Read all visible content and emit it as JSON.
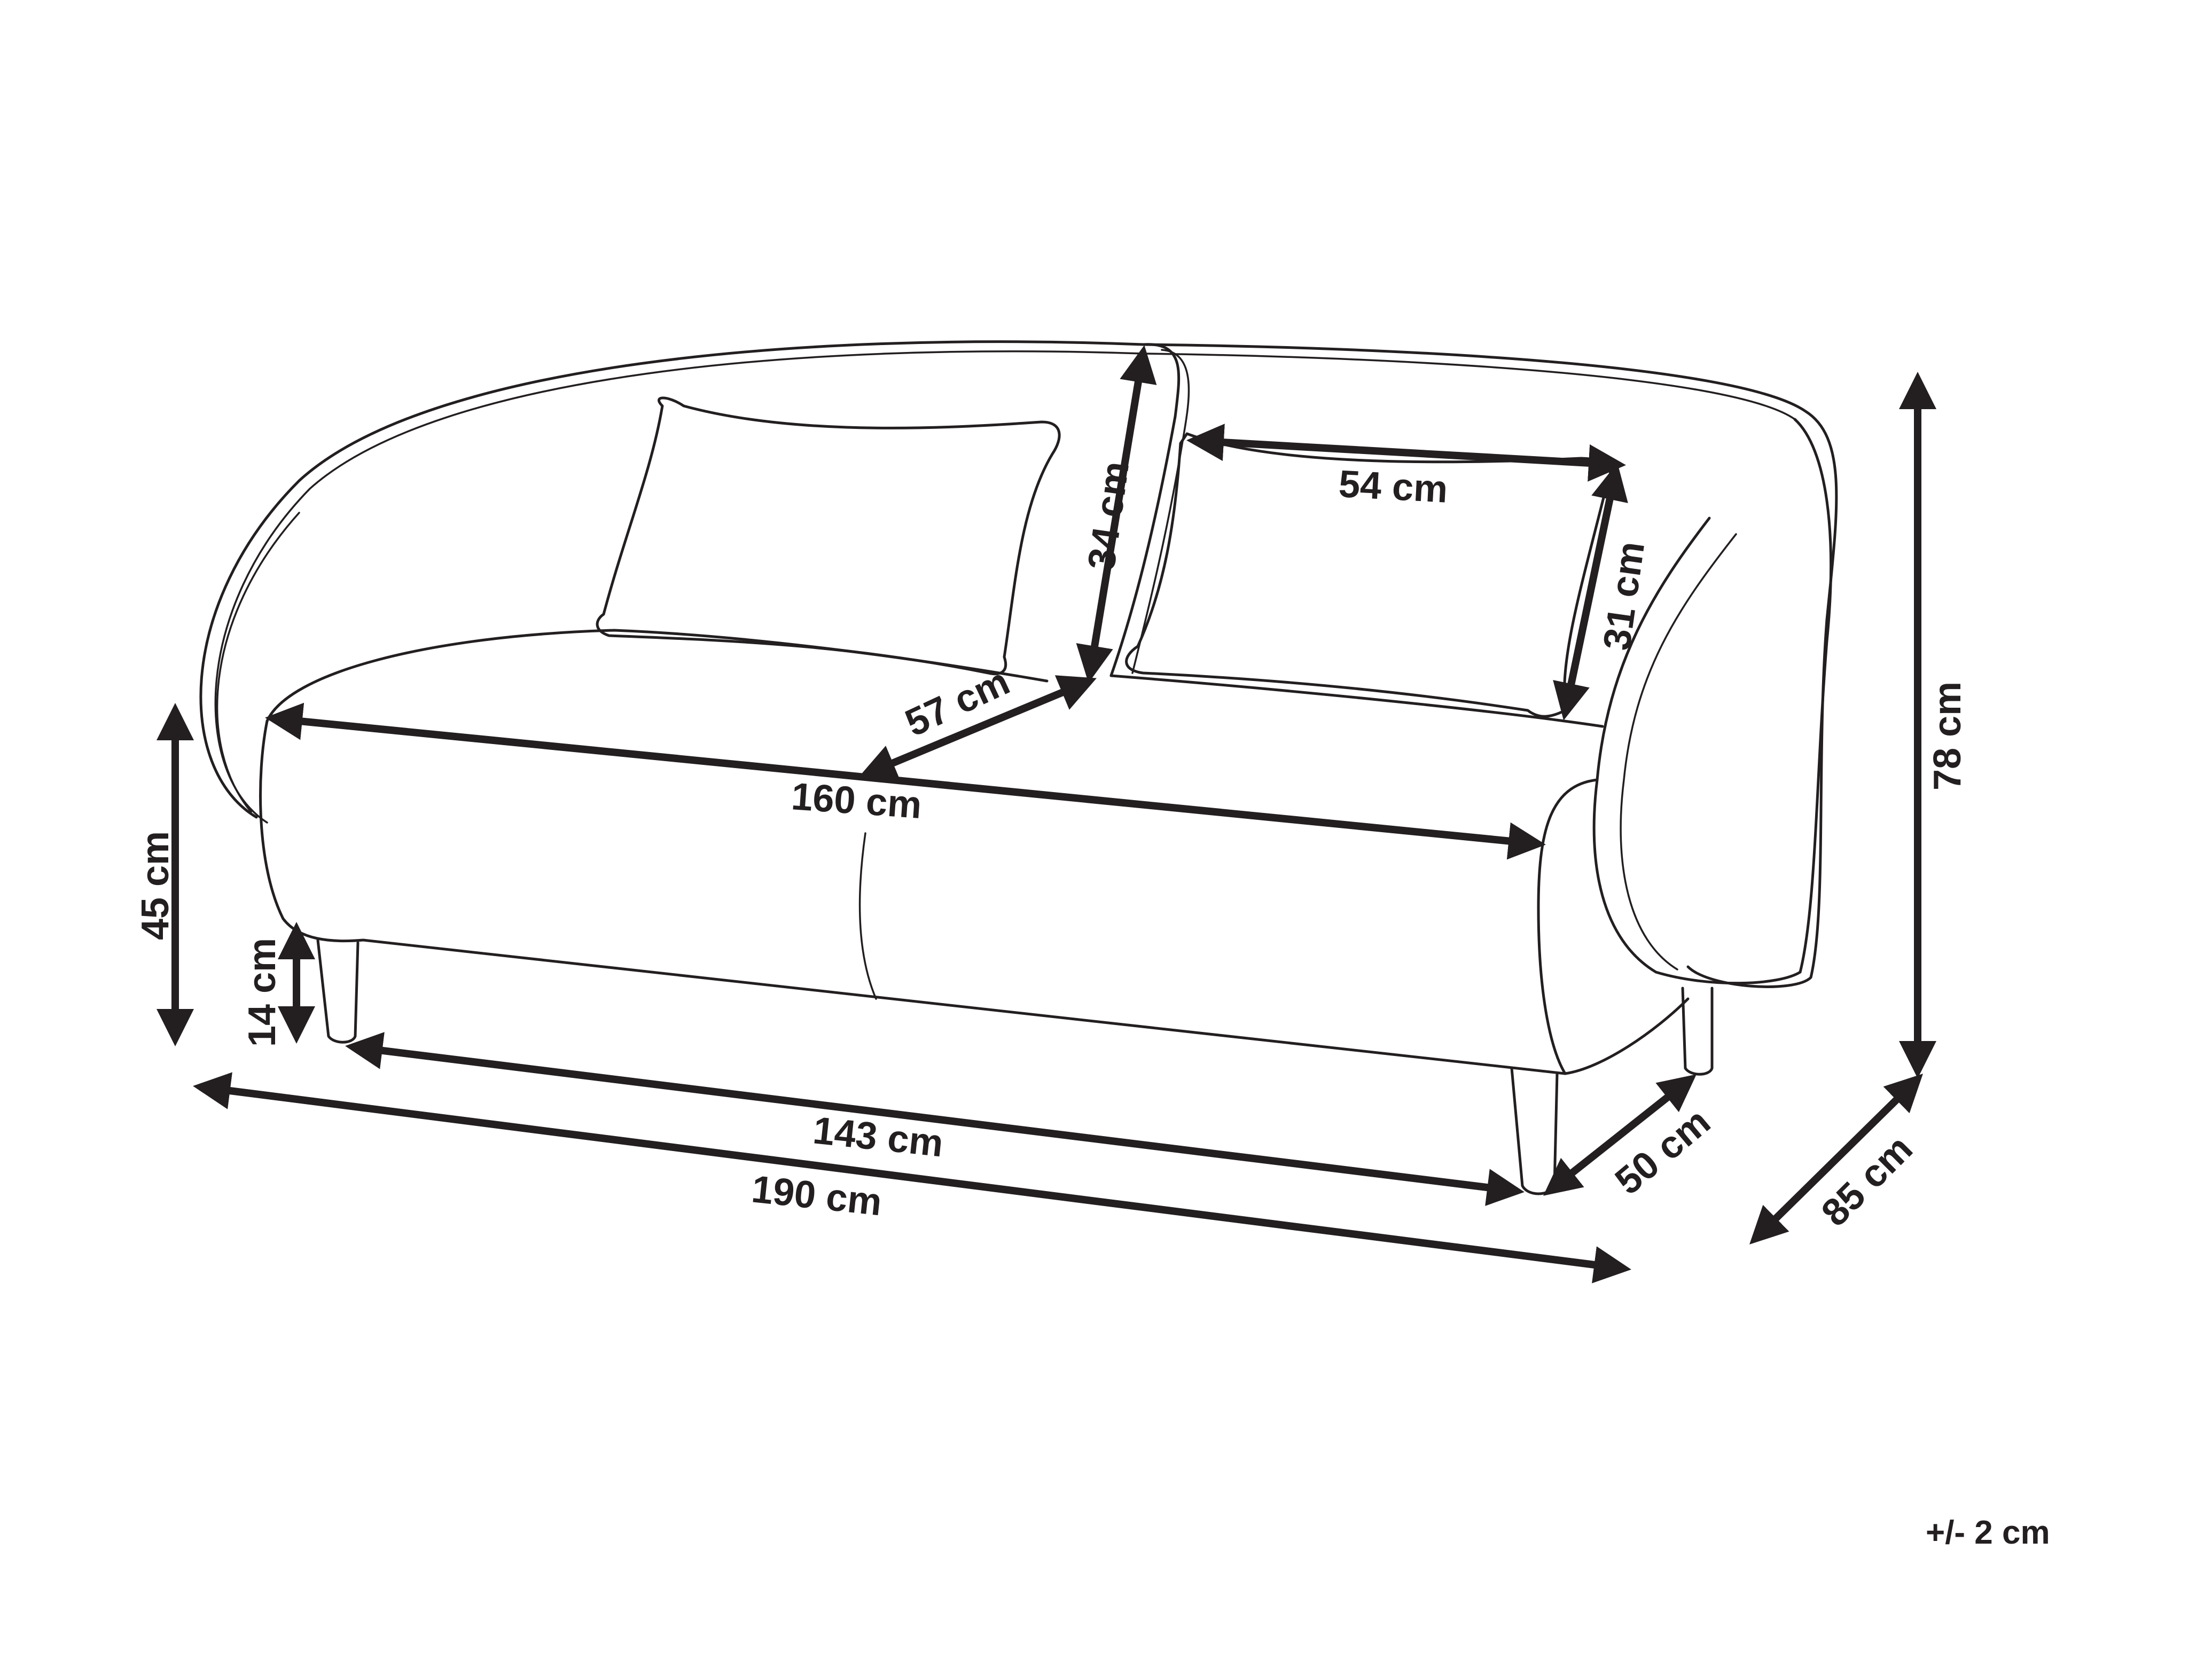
{
  "diagram": {
    "subject": "sofa",
    "colors": {
      "line": "#231f20",
      "background": "#ffffff"
    },
    "dimensions": {
      "backrest_height": "34 cm",
      "pillow_width": "54 cm",
      "pillow_height": "31 cm",
      "seat_depth": "57 cm",
      "seat_width": "160 cm",
      "seat_height": "45 cm",
      "leg_height": "14 cm",
      "leg_span": "143 cm",
      "total_width": "190 cm",
      "arm_depth": "50 cm",
      "total_depth": "85 cm",
      "total_height": "78 cm"
    },
    "tolerance": "+/- 2 cm"
  }
}
